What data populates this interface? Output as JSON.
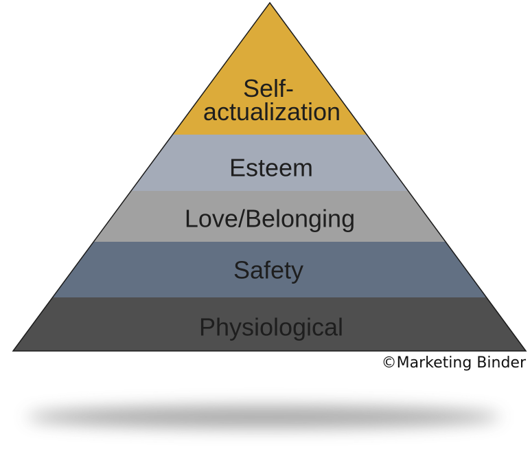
{
  "diagram": {
    "type": "pyramid",
    "tiers_top_to_bottom": [
      {
        "id": "self-actualization",
        "label_lines": [
          "Self-",
          "actualization"
        ],
        "color": "#dcab3a"
      },
      {
        "id": "esteem",
        "label_lines": [
          "Esteem"
        ],
        "color": "#a4abb8"
      },
      {
        "id": "love-belonging",
        "label_lines": [
          "Love/Belonging"
        ],
        "color": "#a1a1a1"
      },
      {
        "id": "safety",
        "label_lines": [
          "Safety"
        ],
        "color": "#627083"
      },
      {
        "id": "physiological",
        "label_lines": [
          "Physiological"
        ],
        "color": "#4f4f4f"
      }
    ],
    "outline_color": "#1a1a1a",
    "shadow_color": "#9a9a9a"
  },
  "footer": {
    "copyright": "©Marketing Binder"
  }
}
